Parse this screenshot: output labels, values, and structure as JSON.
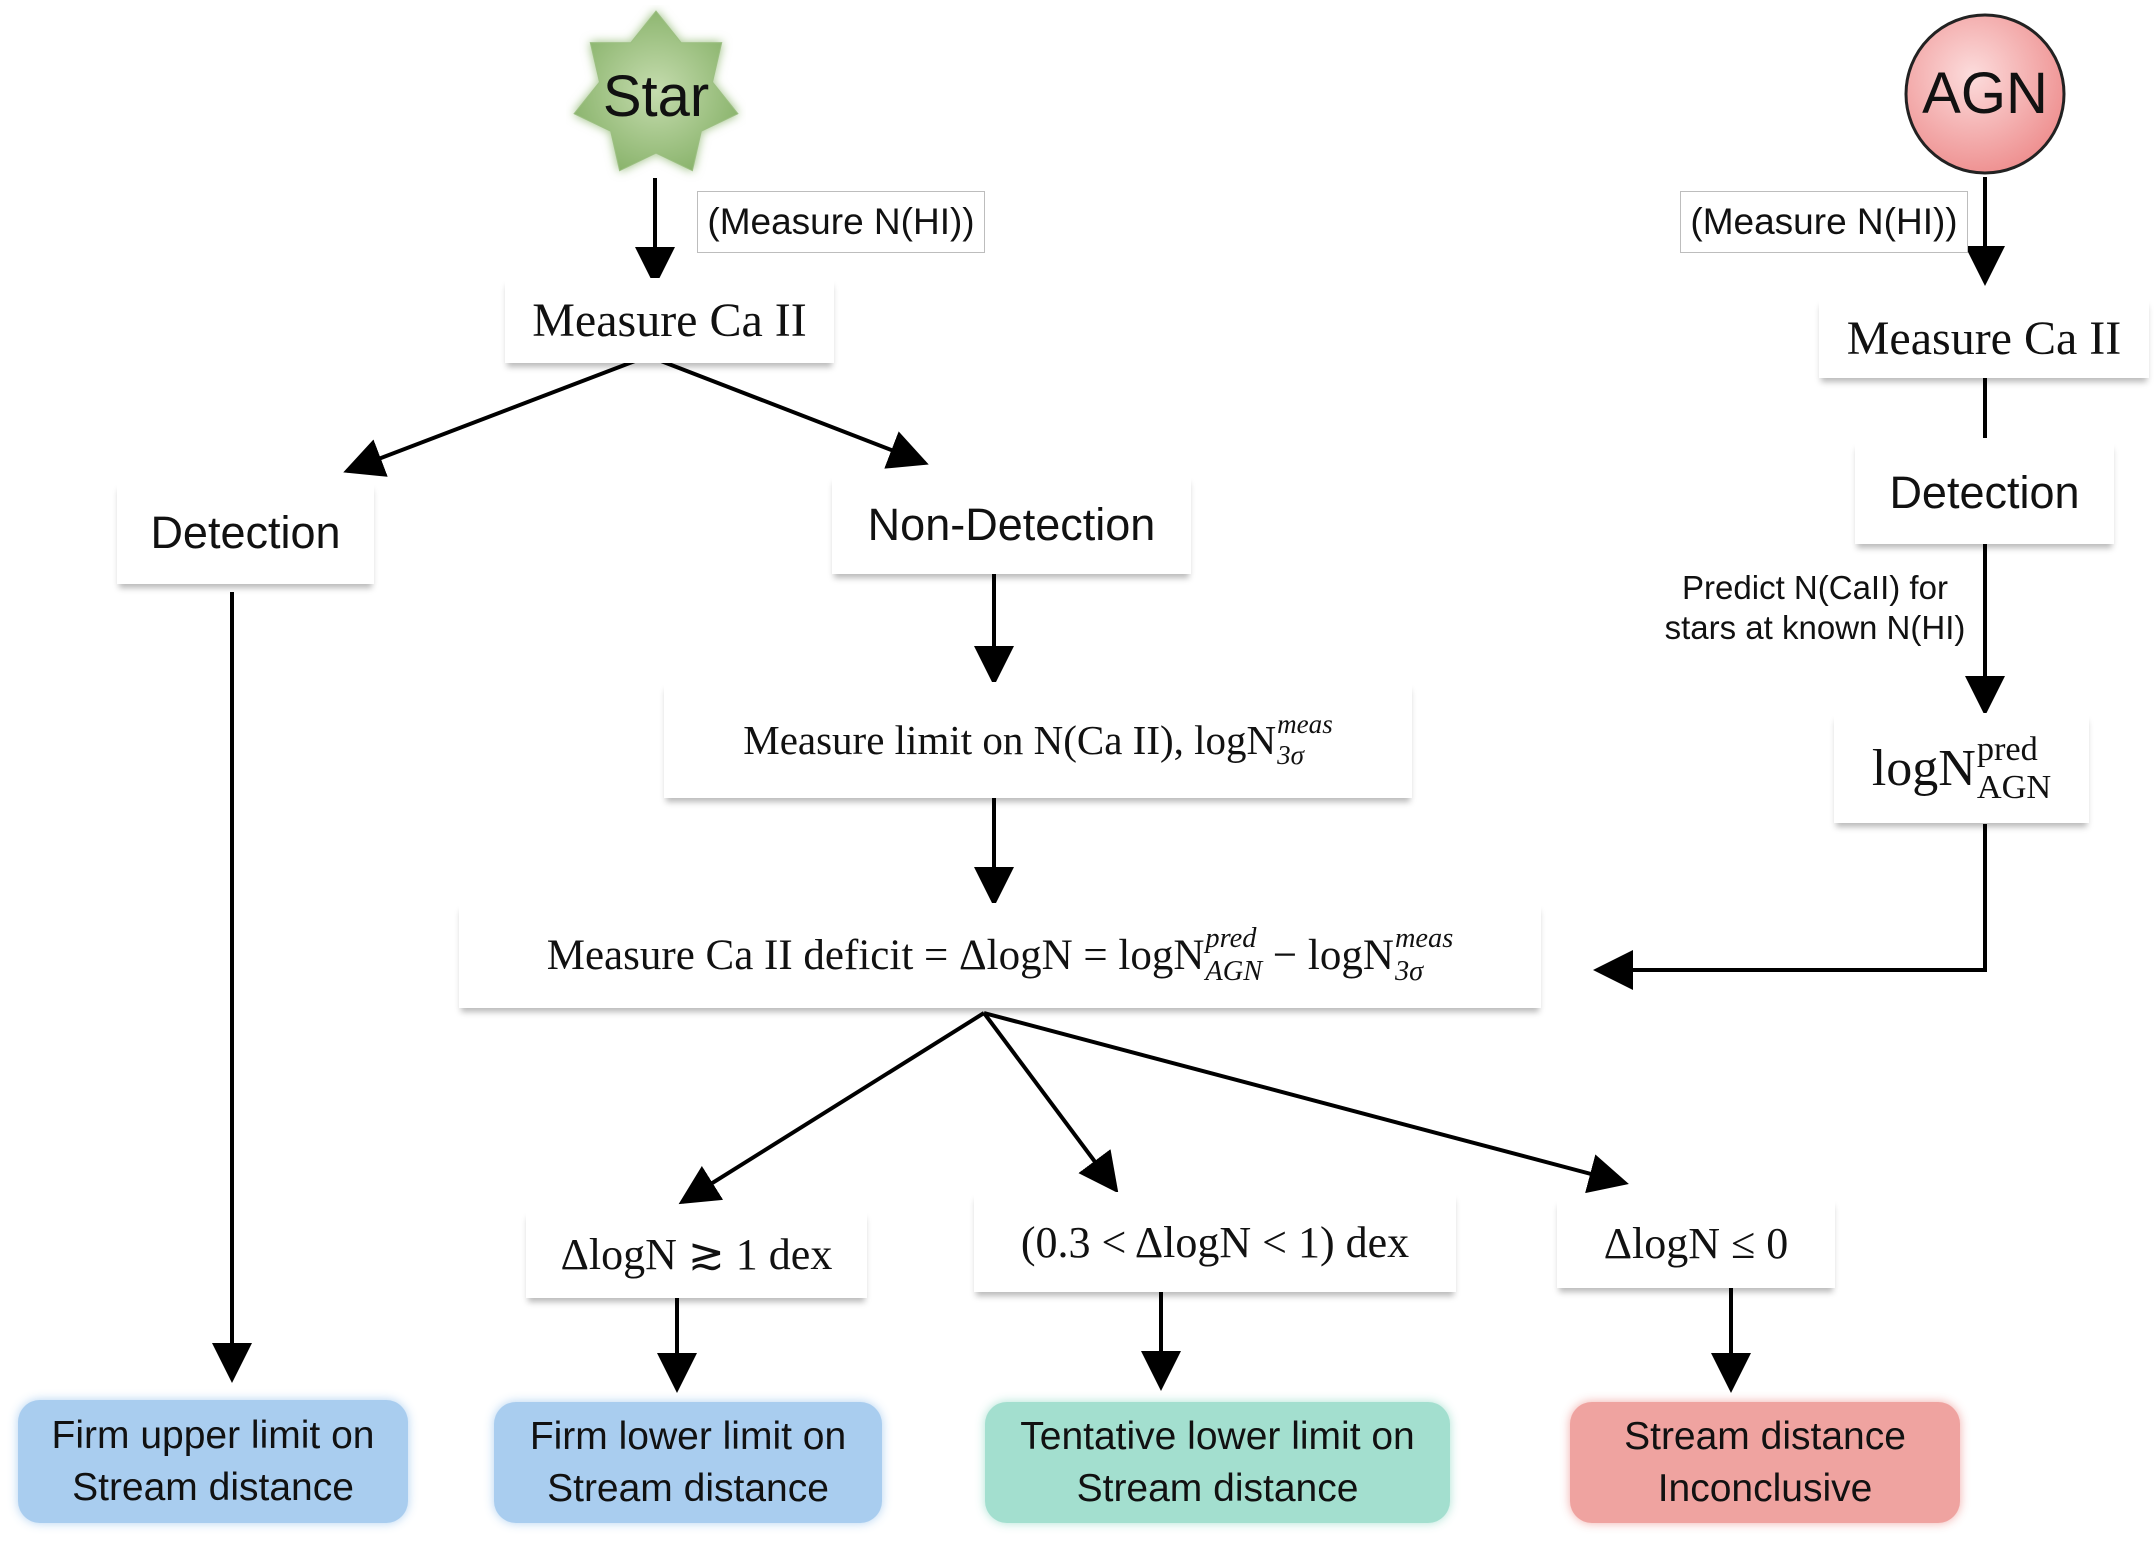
{
  "nodes": {
    "star": "Star",
    "agn": "AGN",
    "star_measure_hi": "(Measure N(HI))",
    "agn_measure_hi": "(Measure N(HI))",
    "star_measure_caii": "Measure Ca II",
    "agn_measure_caii": "Measure Ca II",
    "star_detection": "Detection",
    "star_nondetection": "Non-Detection",
    "agn_detection": "Detection",
    "predict_line1": "Predict N(CaII) for",
    "predict_line2": "stars at known N(HI)",
    "measure_limit_text": "Measure limit on N(Ca II), logN",
    "measure_limit_sup": "meas",
    "measure_limit_sub": "3σ",
    "lognpred_text": "logN",
    "lognpred_sup": "pred",
    "lognpred_sub": "AGN",
    "deficit_text1": "Measure Ca II deficit = ΔlogN = logN",
    "deficit_sup1": "pred",
    "deficit_sub1": "AGN",
    "deficit_text2": " − logN",
    "deficit_sup2": "meas",
    "deficit_sub2": "3σ",
    "branch_1": "ΔlogN ≳ 1 dex",
    "branch_2": "(0.3 < ΔlogN < 1) dex",
    "branch_3": "ΔlogN ≤ 0",
    "result_1_line1": "Firm upper limit on",
    "result_1_line2": "Stream distance",
    "result_2_line1": "Firm lower limit on",
    "result_2_line2": "Stream distance",
    "result_3_line1": "Tentative lower limit on",
    "result_3_line2": "Stream distance",
    "result_4_line1": "Stream distance",
    "result_4_line2": "Inconclusive"
  },
  "colors": {
    "star_fill": "#a8c98e",
    "agn_fill": "#f4a7a7",
    "result_blue": "#a9cdef",
    "result_green": "#a3dfcf",
    "result_red": "#efa3a0",
    "arrow": "#000000"
  },
  "icons": {
    "star": "seven-point-star-shape",
    "agn": "circle-shape"
  }
}
